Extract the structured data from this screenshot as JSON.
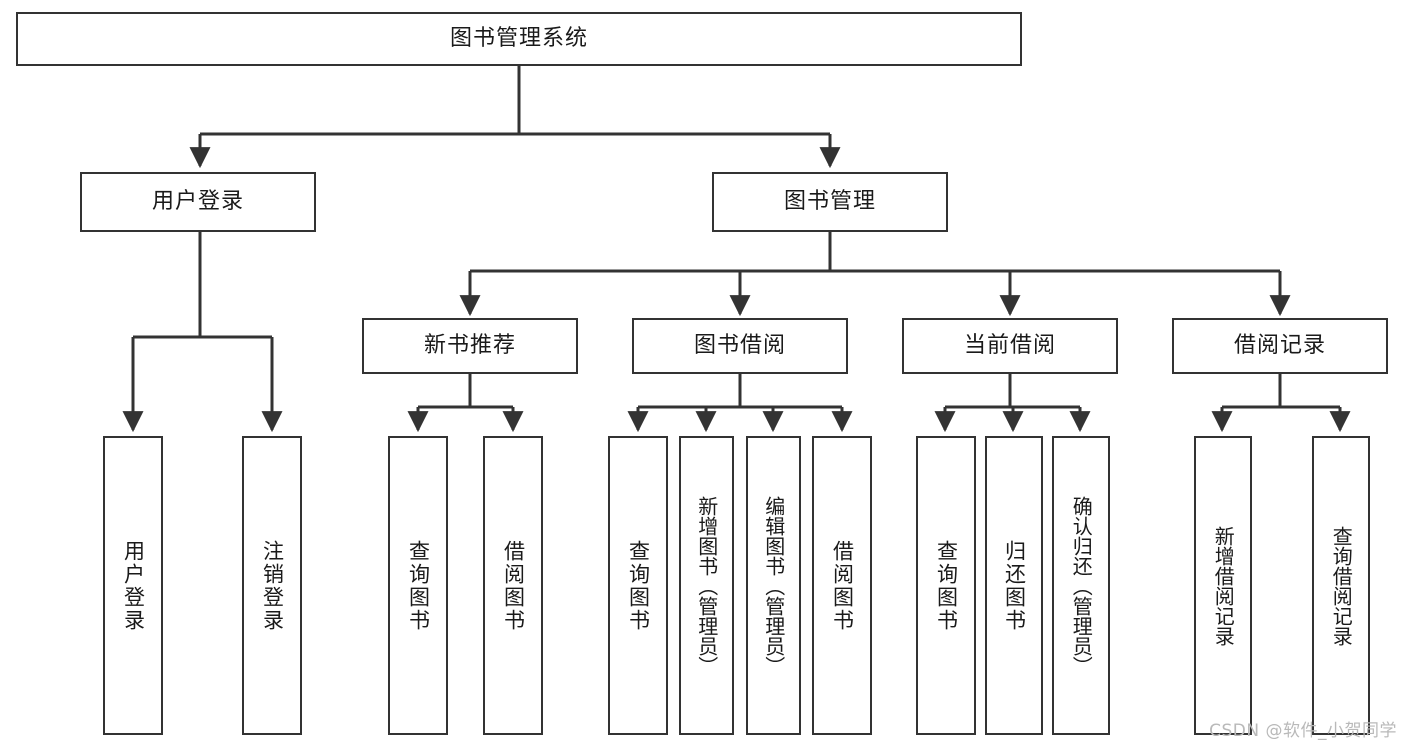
{
  "diagram": {
    "title": "图书管理系统",
    "type": "tree-hierarchy-diagram",
    "watermark": "CSDN @软件_小贺同学",
    "colors": {
      "border": "#333333",
      "background": "#ffffff",
      "text": "#1a1a1a",
      "watermark": "#b9b9b9"
    },
    "root": {
      "label": "图书管理系统"
    },
    "level2": [
      {
        "id": "user-login",
        "label": "用户登录"
      },
      {
        "id": "book-manage",
        "label": "图书管理"
      }
    ],
    "level3": [
      {
        "id": "new-book-recommend",
        "label": "新书推荐"
      },
      {
        "id": "book-borrow",
        "label": "图书借阅"
      },
      {
        "id": "current-borrow",
        "label": "当前借阅"
      },
      {
        "id": "borrow-record",
        "label": "借阅记录"
      }
    ],
    "leaves": {
      "user_login": [
        {
          "id": "leaf-user-login",
          "label": "用户登录"
        },
        {
          "id": "leaf-logout-login",
          "label": "注销登录"
        }
      ],
      "new_book_recommend": [
        {
          "id": "leaf-query-book-1",
          "label": "查询图书"
        },
        {
          "id": "leaf-borrow-book-1",
          "label": "借阅图书"
        }
      ],
      "book_borrow": [
        {
          "id": "leaf-query-book-2",
          "label": "查询图书"
        },
        {
          "id": "leaf-add-book",
          "label": "新增图书（管理员）"
        },
        {
          "id": "leaf-edit-book",
          "label": "编辑图书（管理员）"
        },
        {
          "id": "leaf-borrow-book-2",
          "label": "借阅图书"
        }
      ],
      "current_borrow": [
        {
          "id": "leaf-query-book-3",
          "label": "查询图书"
        },
        {
          "id": "leaf-return-book",
          "label": "归还图书"
        },
        {
          "id": "leaf-confirm-return",
          "label": "确认归还（管理员）"
        }
      ],
      "borrow_record": [
        {
          "id": "leaf-add-record",
          "label": "新增借阅记录"
        },
        {
          "id": "leaf-query-record",
          "label": "查询借阅记录"
        }
      ]
    }
  }
}
